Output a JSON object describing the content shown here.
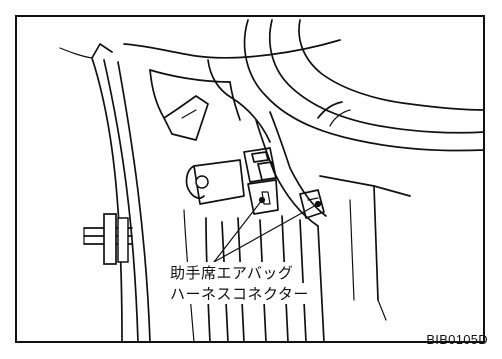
{
  "callout": {
    "line1": "助手席エアバッグ",
    "line2": "ハーネスコネクター"
  },
  "figure_code": "BIB0105D"
}
